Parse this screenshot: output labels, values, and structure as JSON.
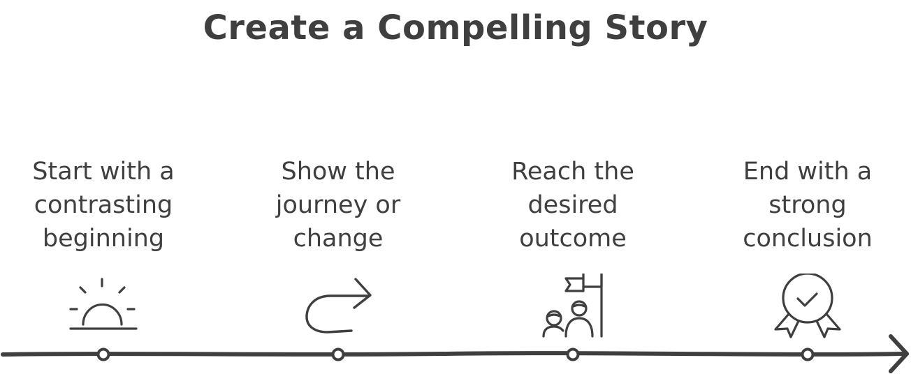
{
  "title": "Create a Compelling Story",
  "steps": [
    {
      "lines": [
        "Start with a",
        "contrasting",
        "beginning"
      ],
      "icon": "sunrise-icon"
    },
    {
      "lines": [
        "Show the",
        "journey or",
        "change"
      ],
      "icon": "redirect-arrow-icon"
    },
    {
      "lines": [
        "Reach the",
        "desired",
        "outcome"
      ],
      "icon": "team-flag-icon"
    },
    {
      "lines": [
        "End with a",
        "strong",
        "conclusion"
      ],
      "icon": "award-badge-icon"
    }
  ],
  "colors": {
    "ink": "#3f3f3f",
    "background": "#ffffff"
  }
}
